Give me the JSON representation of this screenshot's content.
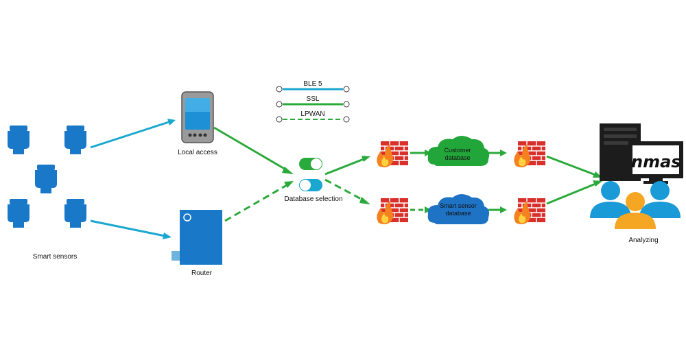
{
  "legend": [
    {
      "label": "BLE 5",
      "style": "solid",
      "color": "#1aa7d0"
    },
    {
      "label": "SSL",
      "style": "solid",
      "color": "#2aaa3a"
    },
    {
      "label": "LPWAN",
      "style": "dashed",
      "color": "#2aaa3a"
    }
  ],
  "nodes": {
    "smart_sensors": "Smart sensors",
    "local_access": "Local access",
    "router": "Router",
    "database_selection": "Database selection",
    "customer_database": [
      "Customer",
      "database"
    ],
    "smart_sensor_database": [
      "Smart sensor",
      "database"
    ],
    "analyzing": "Analyzing",
    "monitor_logo": "nmas"
  },
  "colors": {
    "ble": "#1aa7d0",
    "ssl": "#2aaa3a",
    "sensor_blue": "#1a78c9",
    "customer_cloud": "#22a63a",
    "sensor_cloud": "#1f73c4",
    "firewall_brick": "#d9302b"
  }
}
